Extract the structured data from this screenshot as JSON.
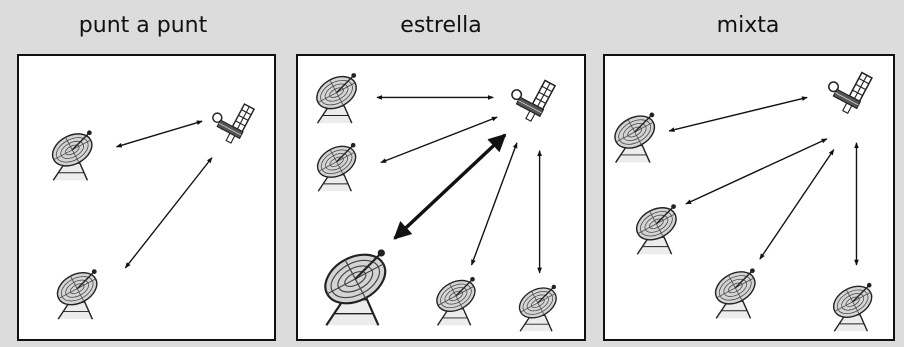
{
  "panels": [
    {
      "title": "punt a punt"
    },
    {
      "title": "estrella"
    },
    {
      "title": "mixta"
    }
  ],
  "colors": {
    "background": "#dcdcdc",
    "panel": "#ffffff",
    "ink": "#111111",
    "dish": "#d4d4d4"
  },
  "icons": [
    "satellite-icon",
    "satellite-dish-icon",
    "double-arrow"
  ]
}
